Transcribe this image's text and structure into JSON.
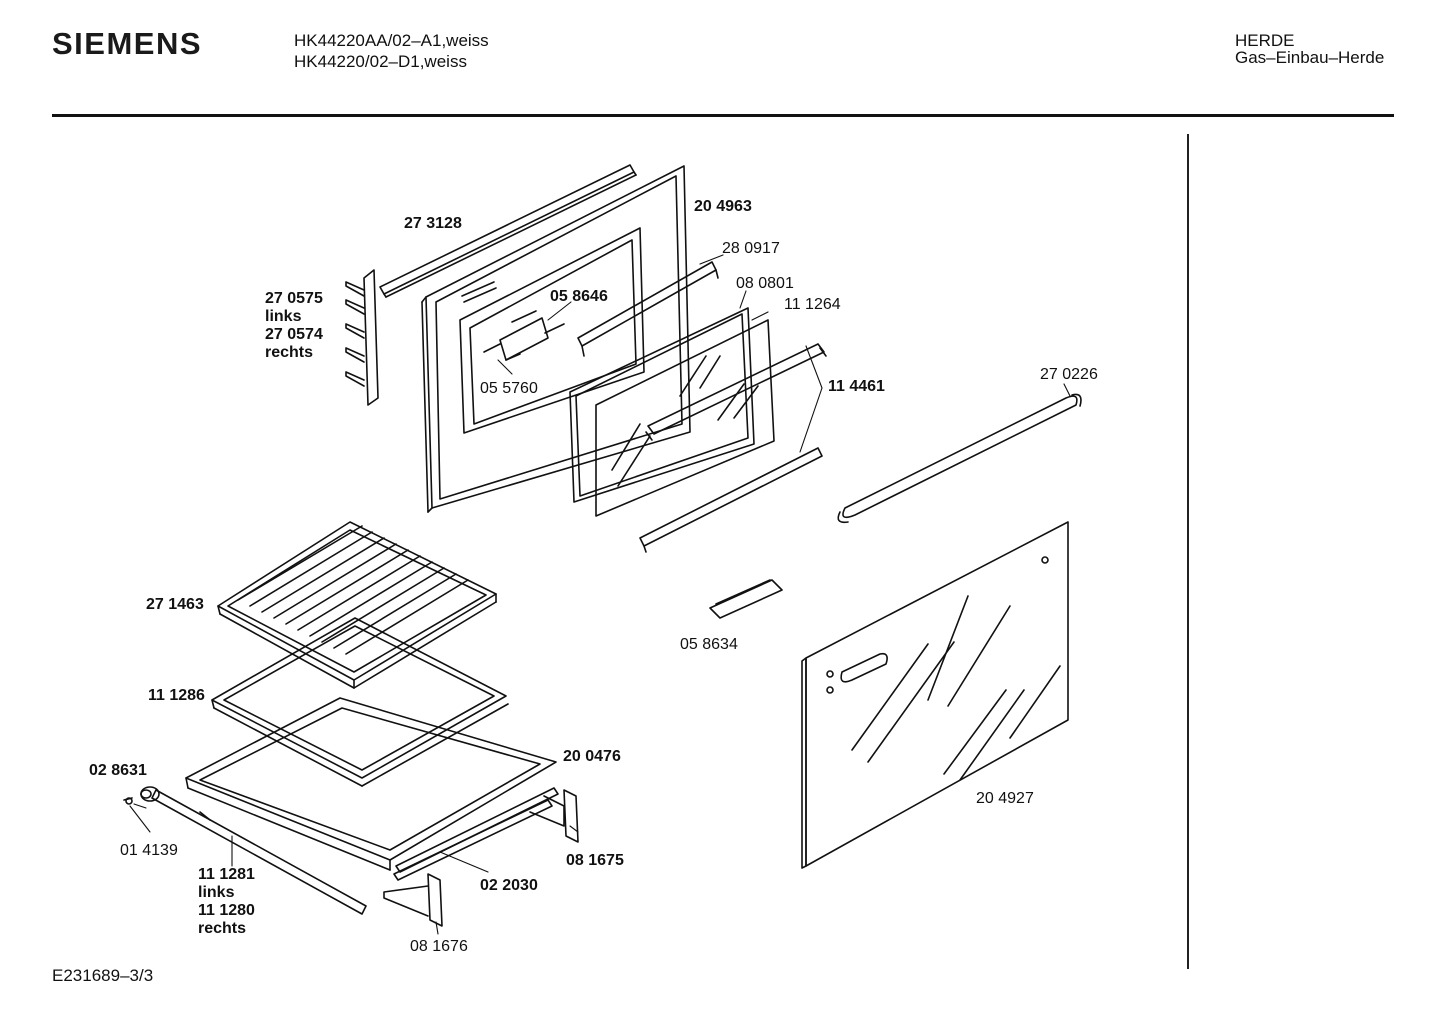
{
  "header": {
    "brand": "SIEMENS",
    "model_line_1": "HK44220AA/02–A1,weiss",
    "model_line_2": "HK44220/02–D1,weiss",
    "category": "HERDE",
    "subcategory": "Gas–Einbau–Herde"
  },
  "footer": {
    "drawing_id": "E231689–3/3"
  },
  "parts": {
    "p273128": "27 3128",
    "p204963": "20 4963",
    "p280917": "28 0917",
    "p080801": "08 0801",
    "p111264": "11 1264",
    "p270575": "27 0575",
    "links_1": "links",
    "p270574": "27 0574",
    "rechts_1": "rechts",
    "p058646": "05 8646",
    "p055760": "05 5760",
    "p114461": "11 4461",
    "p270226": "27 0226",
    "p271463": "27 1463",
    "p058634": "05 8634",
    "p111286": "11 1286",
    "p200476": "20 0476",
    "p028631": "02 8631",
    "p014139": "01 4139",
    "p111281": "11 1281",
    "links_2": "links",
    "p111280": "11 1280",
    "rechts_2": "rechts",
    "p081675": "08 1675",
    "p022030": "02 2030",
    "p081676": "08 1676",
    "p204927": "20 4927"
  }
}
